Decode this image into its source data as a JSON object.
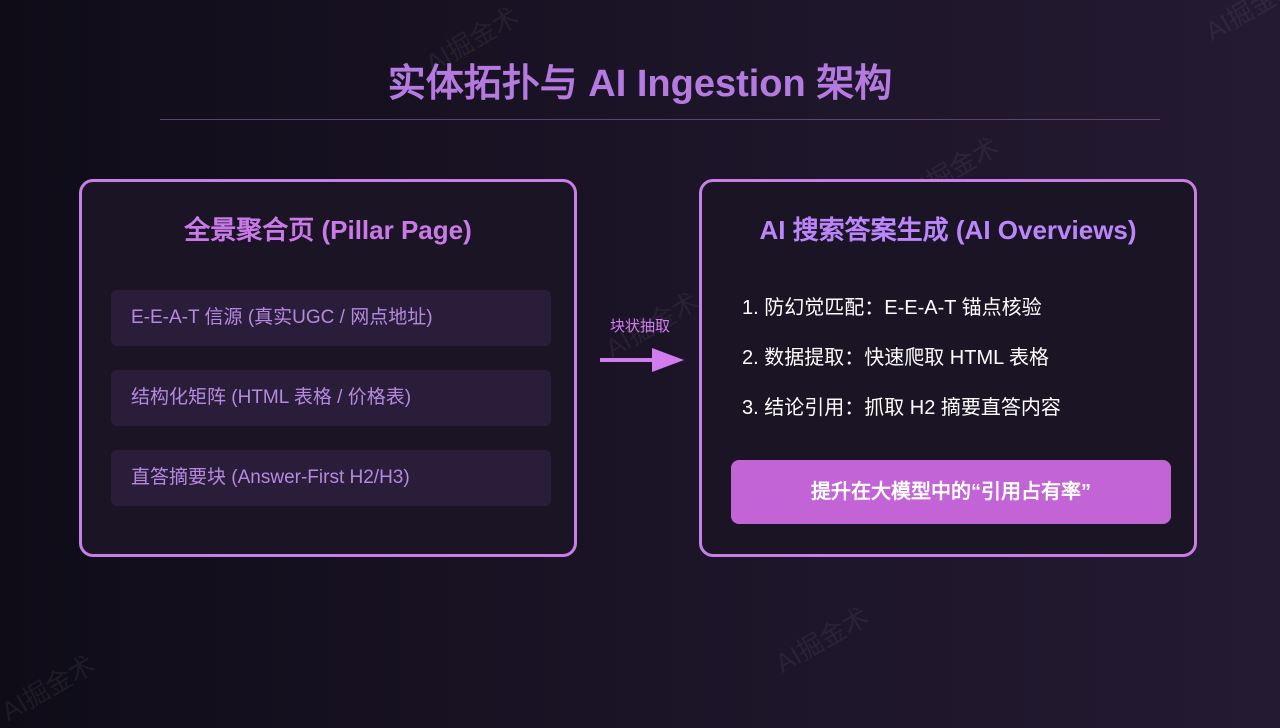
{
  "watermark": "AI掘金术",
  "title": "实体拓扑与 AI Ingestion 架构",
  "left_card": {
    "title": "全景聚合页 (Pillar Page)",
    "items": [
      "E-E-A-T 信源 (真实UGC / 网点地址)",
      "结构化矩阵 (HTML 表格 / 价格表)",
      "直答摘要块 (Answer-First H2/H3)"
    ]
  },
  "arrow": {
    "label": "块状抽取"
  },
  "right_card": {
    "title": "AI 搜索答案生成 (AI Overviews)",
    "steps": [
      "1. 防幻觉匹配：E-E-A-T 锚点核验",
      "2. 数据提取：快速爬取 HTML 表格",
      "3. 结论引用：抓取 H2 摘要直答内容"
    ],
    "cta": "提升在大模型中的“引用占有率”"
  },
  "colors": {
    "accent": "#c77ee6",
    "title": "#b57ae0",
    "cta_bg": "#c263d6",
    "item_bg": "#2a1d3a"
  },
  "icons": {
    "arrow": "arrow-right-icon"
  }
}
